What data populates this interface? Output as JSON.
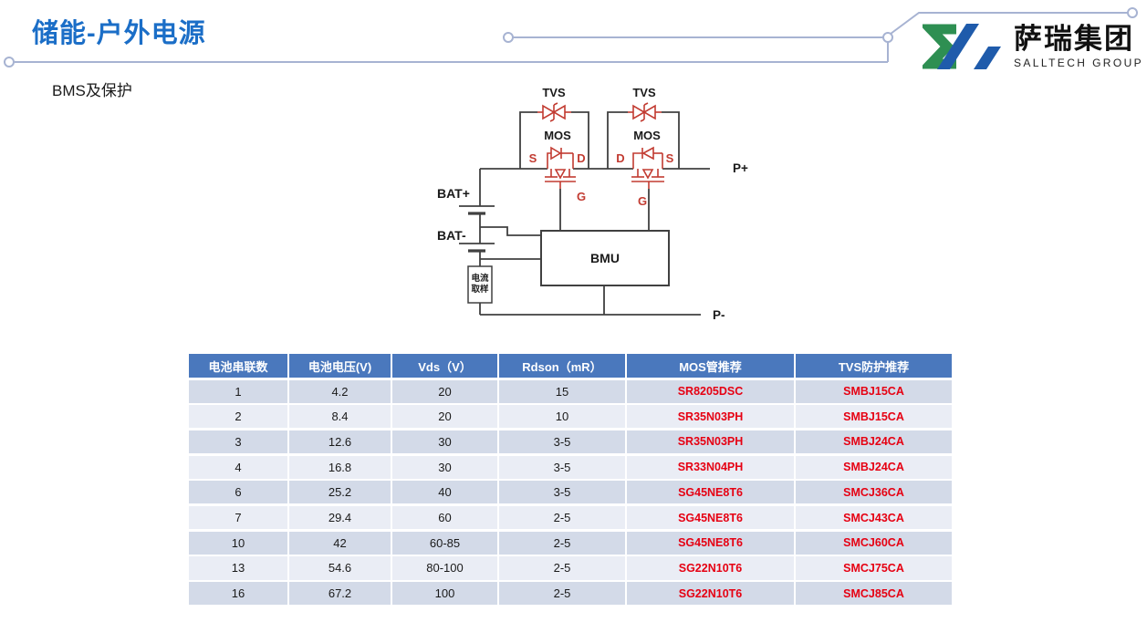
{
  "page": {
    "title": "储能-户外电源",
    "subtitle": "BMS及保护"
  },
  "logo": {
    "name": "萨瑞集团",
    "subname": "SALLTECH GROUP"
  },
  "diagram": {
    "labels": {
      "tvs": "TVS",
      "mos": "MOS",
      "s": "S",
      "d": "D",
      "g": "G",
      "bat_plus": "BAT+",
      "bat_minus": "BAT-",
      "bmu": "BMU",
      "current_sample_line1": "电流",
      "current_sample_line2": "取样",
      "p_plus": "P+",
      "p_minus": "P-"
    }
  },
  "table": {
    "headers": [
      "电池串联数",
      "电池电压(V)",
      "Vds（V）",
      "Rdson（mR）",
      "MOS管推荐",
      "TVS防护推荐"
    ],
    "rows": [
      {
        "series": "1",
        "voltage": "4.2",
        "vds": "20",
        "rdson": "15",
        "mos": "SR8205DSC",
        "tvs": "SMBJ15CA"
      },
      {
        "series": "2",
        "voltage": "8.4",
        "vds": "20",
        "rdson": "10",
        "mos": "SR35N03PH",
        "tvs": "SMBJ15CA"
      },
      {
        "series": "3",
        "voltage": "12.6",
        "vds": "30",
        "rdson": "3-5",
        "mos": "SR35N03PH",
        "tvs": "SMBJ24CA"
      },
      {
        "series": "4",
        "voltage": "16.8",
        "vds": "30",
        "rdson": "3-5",
        "mos": "SR33N04PH",
        "tvs": "SMBJ24CA"
      },
      {
        "series": "6",
        "voltage": "25.2",
        "vds": "40",
        "rdson": "3-5",
        "mos": "SG45NE8T6",
        "tvs": "SMCJ36CA"
      },
      {
        "series": "7",
        "voltage": "29.4",
        "vds": "60",
        "rdson": "2-5",
        "mos": "SG45NE8T6",
        "tvs": "SMCJ43CA"
      },
      {
        "series": "10",
        "voltage": "42",
        "vds": "60-85",
        "rdson": "2-5",
        "mos": "SG45NE8T6",
        "tvs": "SMCJ60CA"
      },
      {
        "series": "13",
        "voltage": "54.6",
        "vds": "80-100",
        "rdson": "2-5",
        "mos": "SG22N10T6",
        "tvs": "SMCJ75CA"
      },
      {
        "series": "16",
        "voltage": "67.2",
        "vds": "100",
        "rdson": "2-5",
        "mos": "SG22N10T6",
        "tvs": "SMCJ85CA"
      }
    ]
  },
  "colors": {
    "title_blue": "#1b6ec7",
    "header_blue": "#4a78bd",
    "band_dark": "#d3dae8",
    "band_light": "#eaedf5",
    "part_red": "#e60012",
    "circuit_red": "#c23b31",
    "wire_dark": "#404040",
    "trace_grey": "#a7b3d2",
    "logo_green": "#2e8f52",
    "logo_blue": "#1f5bab"
  }
}
